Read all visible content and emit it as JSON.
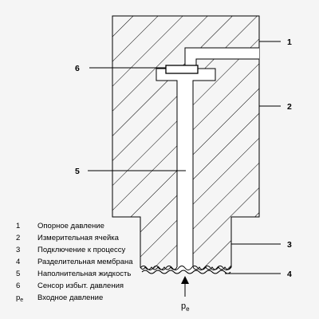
{
  "callouts": {
    "c1": "1",
    "c2": "2",
    "c3": "3",
    "c4": "4",
    "c5": "5",
    "c6": "6"
  },
  "input_symbol": {
    "base": "p",
    "sub": "e"
  },
  "legend": [
    {
      "key": "1",
      "text": "Опорное давление"
    },
    {
      "key": "2",
      "text": "Измерительная ячейка"
    },
    {
      "key": "3",
      "text": "Подключение к процессу"
    },
    {
      "key": "4",
      "text": "Разделительная мембрана"
    },
    {
      "key": "5",
      "text": "Наполнительная жидкость"
    },
    {
      "key": "6",
      "text": "Сенсор избыт. давления"
    },
    {
      "key_base": "p",
      "key_sub": "e",
      "text": "Входное давление"
    }
  ],
  "colors": {
    "background": "#f5f5f5",
    "stroke": "#000000"
  }
}
